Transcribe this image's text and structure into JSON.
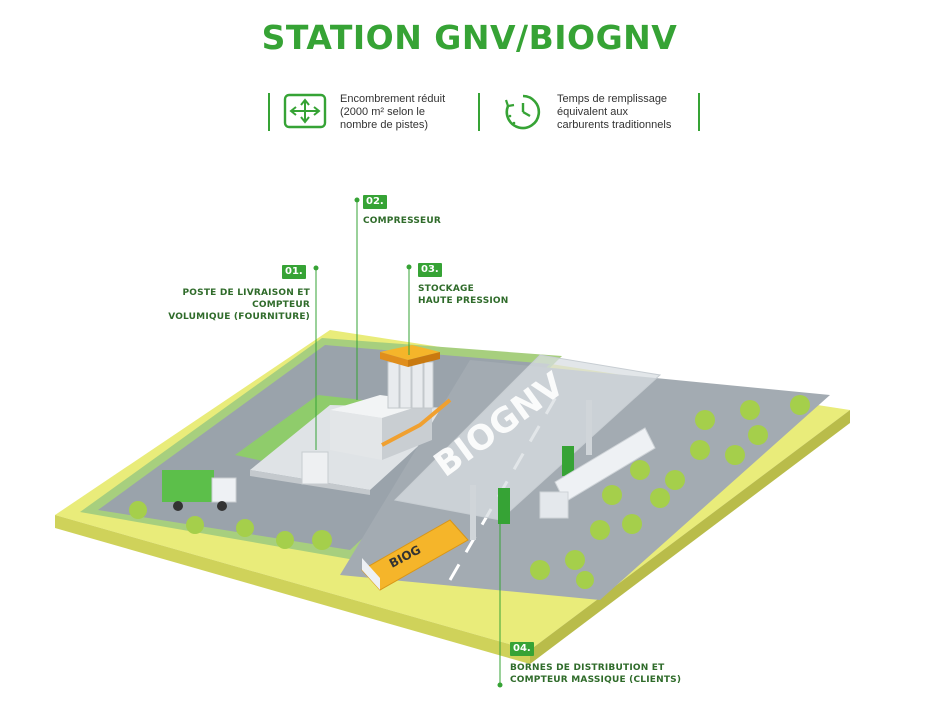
{
  "title": "STATION GNV/BIOGNV",
  "features": [
    {
      "icon": "area-arrows-icon",
      "text": "Encombrement réduit\n(2000 m² selon le\nnombre de pistes)"
    },
    {
      "icon": "clock-icon",
      "text": "Temps de remplissage\néquivalent aux\ncarburents traditionnels"
    }
  ],
  "sign_text": "BIOGNV",
  "bus_text": "BIOG",
  "callouts": [
    {
      "number": "01.",
      "label": "POSTE DE LIVRAISON ET COMPTEUR\nVOLUMIQUE (FOURNITURE)"
    },
    {
      "number": "02.",
      "label": "COMPRESSEUR"
    },
    {
      "number": "03.",
      "label": "STOCKAGE\nHAUTE PRESSION"
    },
    {
      "number": "04.",
      "label": "BORNES DE DISTRIBUTION ET\nCOMPTEUR MASSIQUE (CLIENTS)"
    }
  ],
  "colors": {
    "brand_green": "#36a335",
    "lawn": "#e9ec7a",
    "asphalt": "#9aa3ab",
    "storage_orange": "#f0a030",
    "bus_yellow": "#f5b52a"
  }
}
